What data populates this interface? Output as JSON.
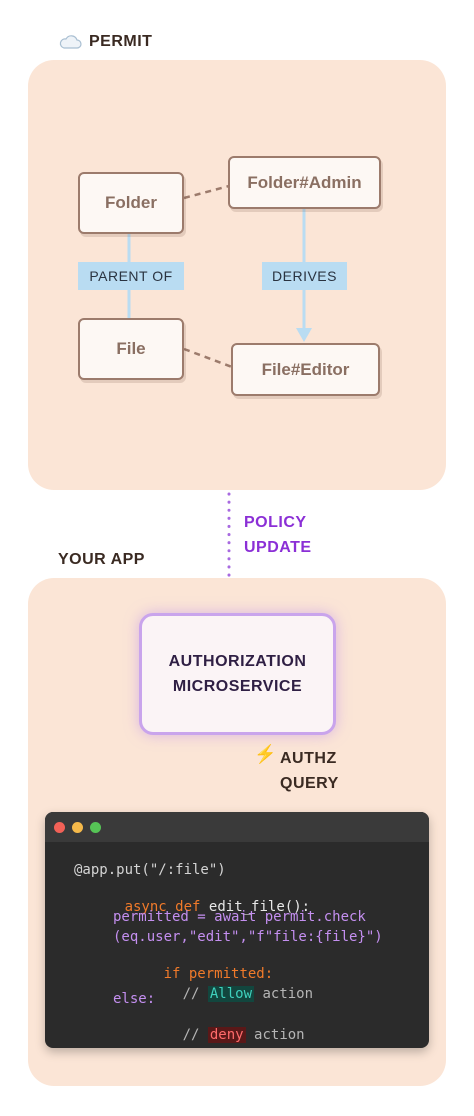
{
  "permit_section": {
    "title": "PERMIT",
    "icon": "cloud-icon"
  },
  "diagram": {
    "nodes": {
      "folder": "Folder",
      "folder_admin": "Folder#Admin",
      "file": "File",
      "file_editor": "File#Editor"
    },
    "relations": {
      "parent_of": "PARENT OF",
      "derives": "DERIVES"
    }
  },
  "policy_update": {
    "line1": "POLICY",
    "line2": "UPDATE"
  },
  "app_section": {
    "title": "YOUR APP"
  },
  "service": {
    "line1": "AUTHORIZATION",
    "line2": "MICROSERVICE"
  },
  "authz_query": {
    "line1": "AUTHZ",
    "line2": "QUERY",
    "icon": "lightning-icon"
  },
  "code": {
    "l1": "@app.put(\"/:file\")",
    "l2_kw1": "async",
    "l2_kw2": "def",
    "l2_fn": "edit_file():",
    "l3": "permitted = await permit.check",
    "l4": "(eq.user,\"edit\",\"f\"file:{file}\")",
    "l5_kw": "if",
    "l5_rest": "permitted:",
    "l6_prefix": "//",
    "l6_hl": "Allow",
    "l6_rest": "action",
    "l7": "else:",
    "l8_prefix": "//",
    "l8_hl": "deny",
    "l8_rest": "action"
  },
  "colors": {
    "panel": "#fbe5d6",
    "tag": "#b9dcf2",
    "policy": "#8b2fd6",
    "arrow_up": "#f0a81e"
  }
}
